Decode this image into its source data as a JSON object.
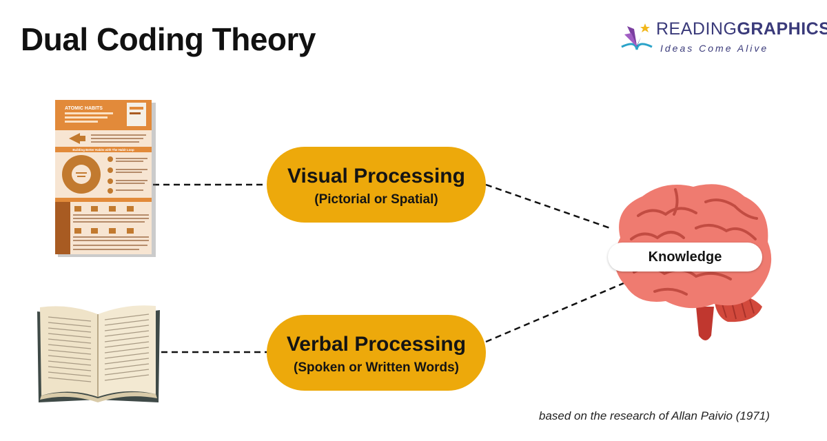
{
  "title": "Dual Coding Theory",
  "brand": {
    "name_light": "READING",
    "name_bold": "GRAPHICS",
    "tagline": "Ideas Come Alive",
    "logo_icon": "butterfly-book-icon"
  },
  "nodes": {
    "visual": {
      "heading": "Visual Processing",
      "subheading": "(Pictorial or Spatial)"
    },
    "verbal": {
      "heading": "Verbal Processing",
      "subheading": "(Spoken or Written Words)"
    },
    "knowledge": {
      "label": "Knowledge"
    }
  },
  "images": {
    "infographic": {
      "title_line1": "ATOMIC HABITS",
      "section_title": "Building Better Habits with The Habit Loop"
    },
    "book": "open-book-image",
    "brain": "brain-illustration"
  },
  "edges": [
    {
      "from": "infographic",
      "to": "visual",
      "style": "dashed"
    },
    {
      "from": "book",
      "to": "verbal",
      "style": "dashed"
    },
    {
      "from": "visual",
      "to": "knowledge",
      "style": "dashed"
    },
    {
      "from": "verbal",
      "to": "knowledge",
      "style": "dashed"
    }
  ],
  "credit": "based on the research of Allan Paivio (1971)",
  "colors": {
    "accent": "#eda90b",
    "brand": "#3a3a7a",
    "brain": "#e8736b",
    "infographic": "#e28a3a"
  }
}
